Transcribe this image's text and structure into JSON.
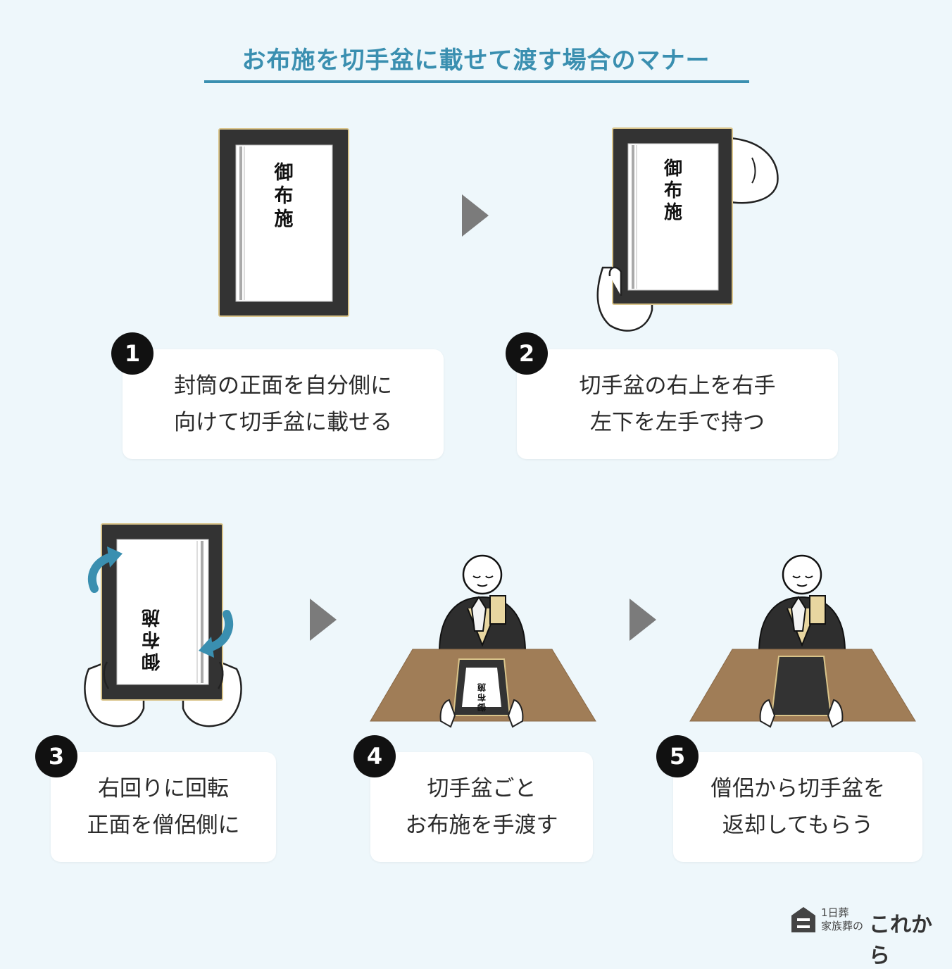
{
  "title": "お布施を切手盆に載せて渡す場合のマナー",
  "envelope_text": "御布施",
  "steps": [
    {
      "number": "1",
      "line1": "封筒の正面を自分側に",
      "line2": "向けて切手盆に載せる"
    },
    {
      "number": "2",
      "line1": "切手盆の右上を右手",
      "line2": "左下を左手で持つ"
    },
    {
      "number": "3",
      "line1": "右回りに回転",
      "line2": "正面を僧侶側に"
    },
    {
      "number": "4",
      "line1": "切手盆ごと",
      "line2": "お布施を手渡す"
    },
    {
      "number": "5",
      "line1": "僧侶から切手盆を",
      "line2": "返却してもらう"
    }
  ],
  "logo": {
    "line1": "1日葬",
    "line2": "家族葬の",
    "brand": "これから"
  },
  "colors": {
    "accent": "#3a8fb0",
    "tray": "#333333",
    "tray_edge": "#d9c48a",
    "table": "#a07d57",
    "arrow": "#7b7b7b"
  }
}
